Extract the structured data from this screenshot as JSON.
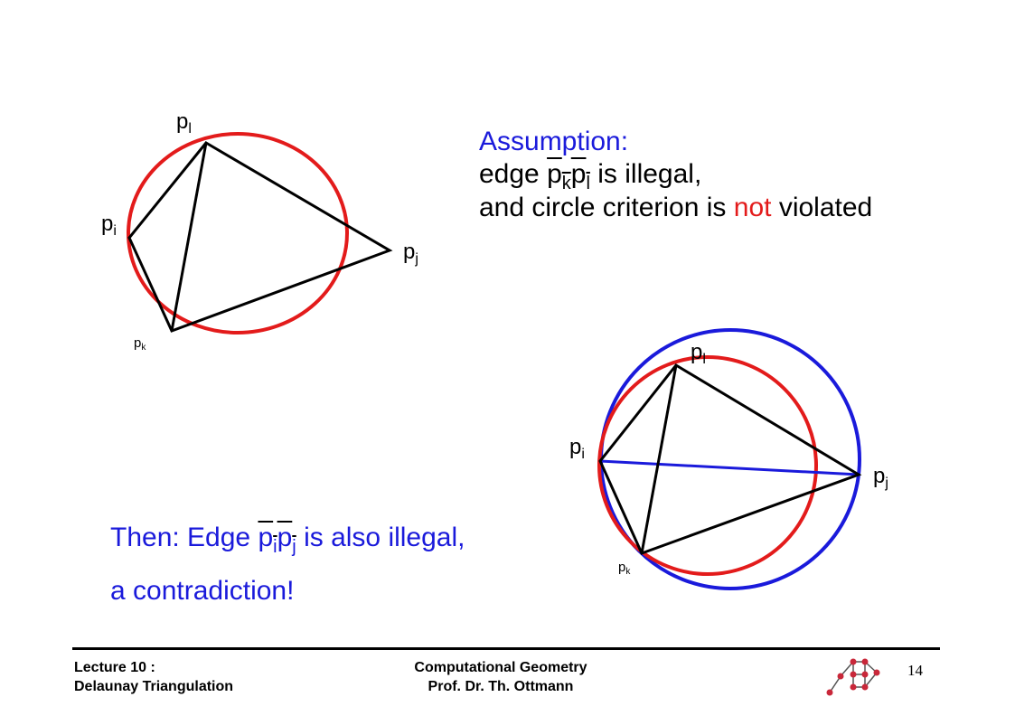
{
  "figure_top": {
    "labels": {
      "pl": "p",
      "pl_sub": "l",
      "pi": "p",
      "pi_sub": "i",
      "pj": "p",
      "pj_sub": "j",
      "pk": "p",
      "pk_sub": "k"
    }
  },
  "figure_bottom": {
    "labels": {
      "pl": "p",
      "pl_sub": "l",
      "pi": "p",
      "pi_sub": "i",
      "pj": "p",
      "pj_sub": "j",
      "pk": "p",
      "pk_sub": "k"
    }
  },
  "assumption": {
    "heading": "Assumption:",
    "line2_prefix": "edge ",
    "edge_a": "p",
    "edge_a_sub": "k",
    "edge_b": "p",
    "edge_b_sub": "l",
    "line2_suffix": " is illegal,",
    "line3_prefix": "and circle criterion is ",
    "line3_highlight": "not",
    "line3_suffix": " violated"
  },
  "conclusion": {
    "line1_prefix": "Then: Edge ",
    "edge_a": "p",
    "edge_a_sub": "i",
    "edge_b": "p",
    "edge_b_sub": "j",
    "line1_suffix": " is also illegal,",
    "line2": "a contradiction!"
  },
  "footer": {
    "lecture": "Lecture 10 :",
    "topic": "Delaunay Triangulation",
    "course": "Computational Geometry",
    "author": "Prof. Dr. Th. Ottmann",
    "page": "14"
  },
  "colors": {
    "red": "#e31b1b",
    "blue": "#1a1adb",
    "black": "#000000"
  }
}
